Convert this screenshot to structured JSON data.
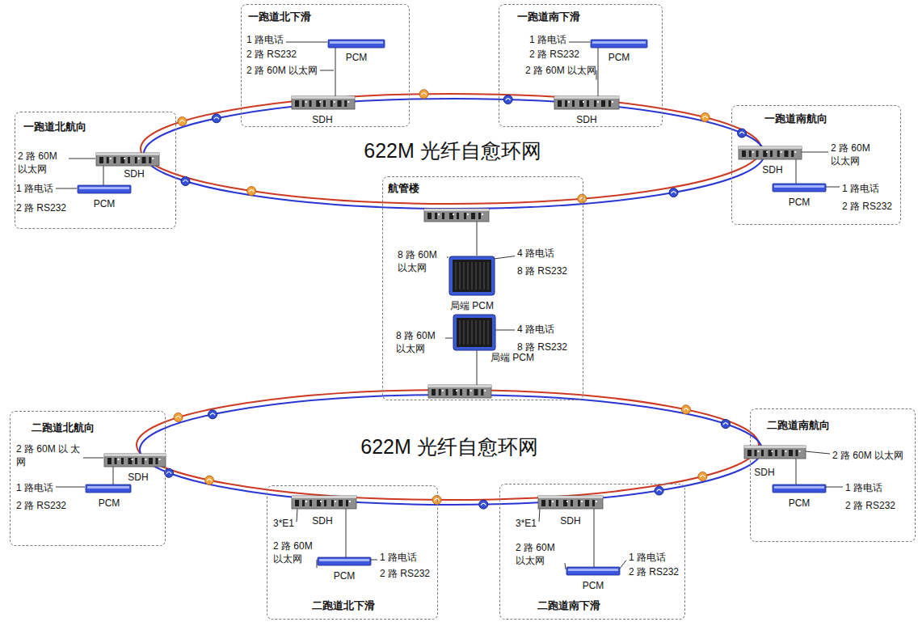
{
  "diagram": {
    "nodes": [
      {
        "text": [
          "一跑道北下滑"
        ]
      },
      {
        "text": [
          "PCM"
        ],
        "in": 0
      },
      {
        "text": [
          "SDH"
        ],
        "in": 0
      },
      {
        "text": [
          "一跑道南下滑"
        ]
      },
      {
        "text": [
          "PCM"
        ],
        "in": 3
      },
      {
        "text": [
          "SDH"
        ],
        "in": 3
      },
      {
        "text": [
          "一跑道北航向"
        ]
      },
      {
        "text": [
          "SDH"
        ],
        "in": 6
      },
      {
        "text": [
          "PCM"
        ],
        "in": 6
      },
      {
        "text": [
          "622M 光纤自愈环网"
        ]
      },
      {
        "text": [
          "一跑道南航向"
        ]
      },
      {
        "text": [
          "SDH"
        ],
        "in": 10
      },
      {
        "text": [
          "PCM"
        ],
        "in": 10
      },
      {
        "text": [
          "航管楼"
        ]
      },
      {
        "text": [
          "局端 PCM"
        ],
        "in": 13
      },
      {
        "text": [
          "局端 PCM"
        ],
        "in": 13
      },
      {
        "text": [
          "622M 光纤自愈环网"
        ]
      },
      {
        "text": [
          "二跑道北航向"
        ]
      },
      {
        "text": [
          "SDH"
        ],
        "in": 17
      },
      {
        "text": [
          "PCM"
        ],
        "in": 17
      },
      {
        "text": [
          "二跑道南航向"
        ]
      },
      {
        "text": [
          "SDH"
        ],
        "in": 20
      },
      {
        "text": [
          "PCM"
        ],
        "in": 20
      },
      {
        "text": [
          "二跑道北下滑"
        ]
      },
      {
        "text": [
          "SDH"
        ],
        "in": 23
      },
      {
        "text": [
          "PCM"
        ],
        "in": 23
      },
      {
        "text": [
          "二跑道南下滑"
        ]
      },
      {
        "text": [
          "SDH"
        ],
        "in": 26
      },
      {
        "text": [
          "PCM"
        ],
        "in": 26
      }
    ],
    "edges": [
      {
        "from": 1,
        "to": 2,
        "arrow": "none"
      },
      {
        "from": 4,
        "to": 5,
        "arrow": "none"
      },
      {
        "from": 7,
        "to": 8,
        "arrow": "none"
      },
      {
        "from": 11,
        "to": 12,
        "arrow": "none"
      },
      {
        "from": 18,
        "to": 19,
        "arrow": "none"
      },
      {
        "from": 21,
        "to": 22,
        "arrow": "none"
      },
      {
        "from": 24,
        "to": 25,
        "arrow": "none"
      },
      {
        "from": 27,
        "to": 28,
        "arrow": "none"
      }
    ],
    "labels": [
      "1 路电话",
      "2 路 RS232",
      "2 路 60M 以太网",
      "1 路电话",
      "2 路 RS232",
      "2 路 60M 以太网",
      "2 路 60M 以太网",
      "1 路电话",
      "2 路 RS232",
      "2 路 60M 以太网",
      "1 路电话",
      "2 路 RS232",
      "8 路 60M 以太网",
      "4 路电话",
      "8 路 RS232",
      "8 路 60M 以太网",
      "4 路电话",
      "8 路 RS232",
      "2 路 60M 以 太网",
      "1 路电话",
      "2 路 RS232",
      "2 路 60M 以太网",
      "1 路电话",
      "2 路 RS232",
      "3*E1",
      "2 路 60M 以太网",
      "1 路电话",
      "2 路 RS232",
      "3*E1",
      "2 路 60M 以太网",
      "1 路电话",
      "2 路 RS232"
    ]
  }
}
